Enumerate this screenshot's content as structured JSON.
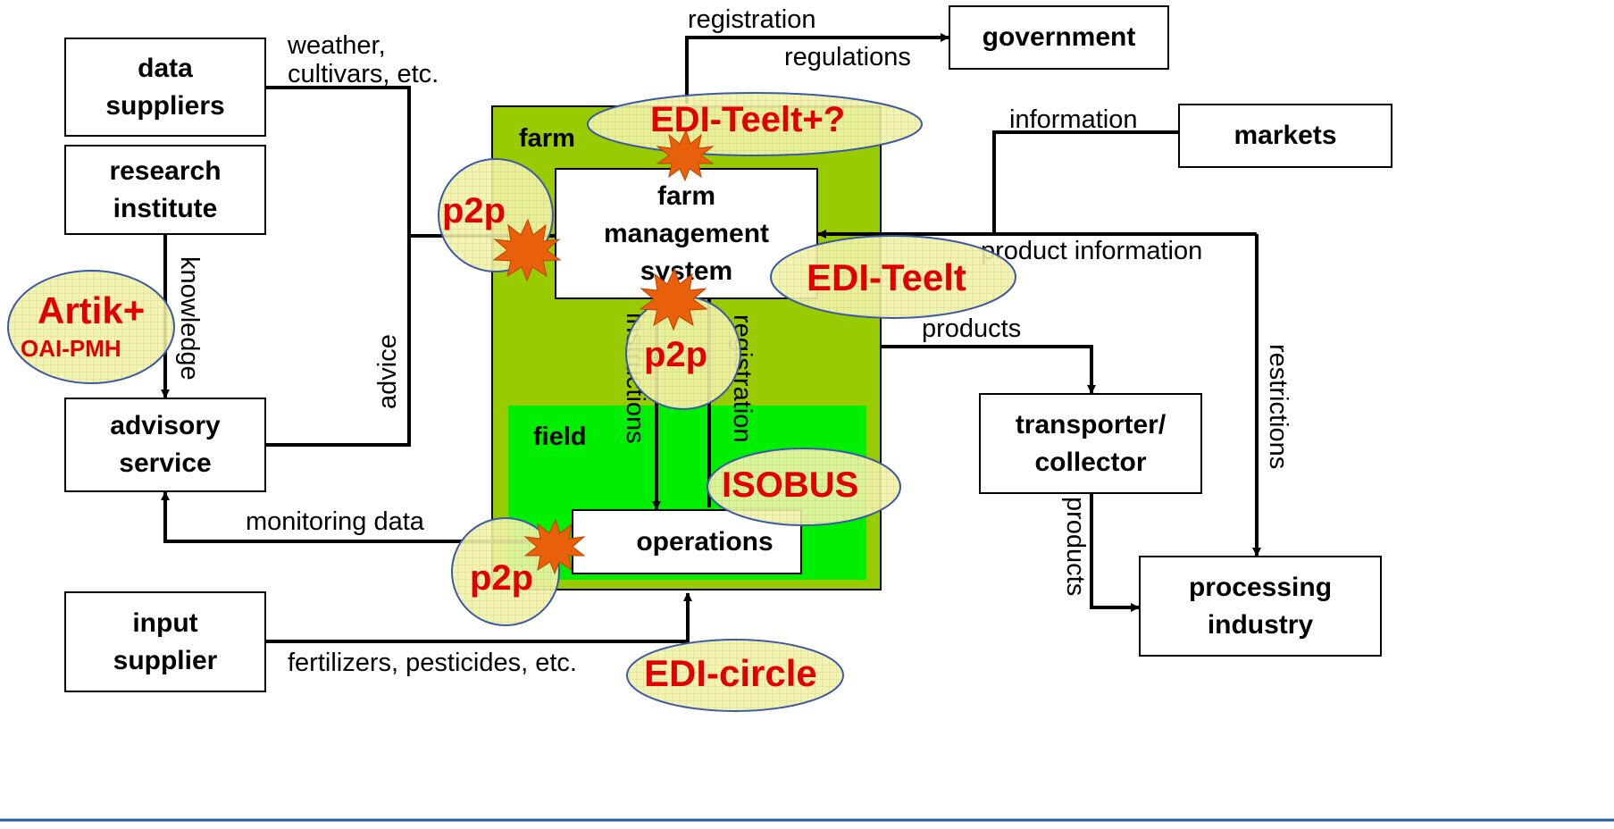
{
  "diagram": {
    "regions": {
      "farm": "farm",
      "field": "field"
    },
    "boxes": {
      "data_suppliers": "data\nsuppliers",
      "research_institute": "research\ninstitute",
      "advisory_service": "advisory\nservice",
      "input_supplier": "input\nsupplier",
      "government": "government",
      "markets": "markets",
      "farm_management_system": "farm\nmanagement\nsystem",
      "operations": "operations",
      "transporter_collector": "transporter/\ncollector",
      "processing_industry": "processing\nindustry"
    },
    "flows": {
      "weather": "weather,\ncultivars, etc.",
      "registration_top": "registration",
      "regulations": "regulations",
      "information": "information",
      "product_information": "product information",
      "knowledge": "knowledge",
      "advice": "advice",
      "instructions": "instructions",
      "registration_field": "registration",
      "products_right": "products",
      "restrictions": "restrictions",
      "monitoring_data": "monitoring  data",
      "products_vertical": "products",
      "fertilizers": "fertilizers, pesticides, etc."
    },
    "standards": {
      "edi_teelt_plus": "EDI-Teelt+?",
      "p2p_fms": "p2p",
      "artik_plus": "Artik+",
      "oai_pmh": "OAI-PMH",
      "edi_teelt": "EDI-Teelt",
      "p2p_mid": "p2p",
      "isobus": "ISOBUS",
      "p2p_ops": "p2p",
      "edi_circle": "EDI-circle"
    },
    "colors": {
      "farm_fill": "#99cc00",
      "field_fill": "#00ee00",
      "ellipse_fill": "#f2f2a8",
      "ellipse_stroke": "#3a5aa8",
      "starburst": "#e8600a",
      "standard_text": "#e00000",
      "bottom_rule": "#1f5f9f"
    }
  }
}
